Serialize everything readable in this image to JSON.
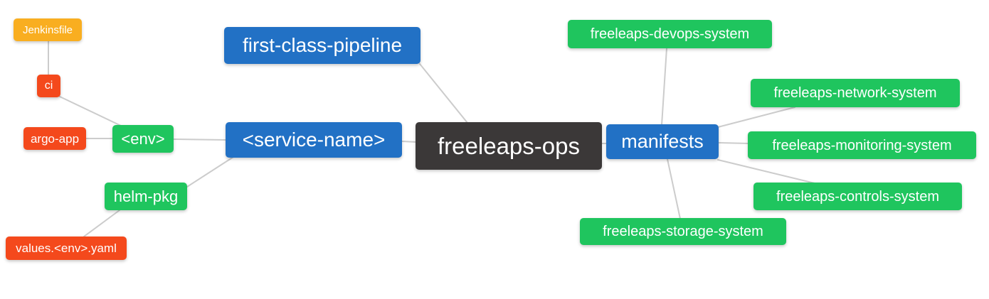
{
  "diagram": {
    "type": "mindmap",
    "root": "freeleaps-ops",
    "background": "#ffffff"
  },
  "colors": {
    "branch_blue": "#2271C5",
    "leaf_green": "#1FC55E",
    "leaf_red": "#F4491C",
    "leaf_orange": "#F9AE20",
    "root_dark": "#3B3838",
    "edge_gray": "#CCCCCC",
    "node_text": "#FFFFFF"
  },
  "nodes": {
    "jenkinsfile": {
      "label": "Jenkinsfile",
      "color": "orange"
    },
    "ci": {
      "label": "ci",
      "color": "red"
    },
    "argo_app": {
      "label": "argo-app",
      "color": "red"
    },
    "env": {
      "label": "<env>",
      "color": "green"
    },
    "helm_pkg": {
      "label": "helm-pkg",
      "color": "green"
    },
    "values_env_yaml": {
      "label": "values.<env>.yaml",
      "color": "red"
    },
    "first_class_pipeline": {
      "label": "first-class-pipeline",
      "color": "blue"
    },
    "service_name": {
      "label": "<service-name>",
      "color": "blue"
    },
    "freeleaps_ops": {
      "label": "freeleaps-ops",
      "color": "dark"
    },
    "manifests": {
      "label": "manifests",
      "color": "blue"
    },
    "devops_system": {
      "label": "freeleaps-devops-system",
      "color": "green"
    },
    "network_system": {
      "label": "freeleaps-network-system",
      "color": "green"
    },
    "monitoring_system": {
      "label": "freeleaps-monitoring-system",
      "color": "green"
    },
    "controls_system": {
      "label": "freeleaps-controls-system",
      "color": "green"
    },
    "storage_system": {
      "label": "freeleaps-storage-system",
      "color": "green"
    }
  },
  "edges": [
    {
      "from": "jenkinsfile",
      "to": "ci"
    },
    {
      "from": "ci",
      "to": "env"
    },
    {
      "from": "argo_app",
      "to": "env"
    },
    {
      "from": "env",
      "to": "service_name"
    },
    {
      "from": "helm_pkg",
      "to": "service_name"
    },
    {
      "from": "values_env_yaml",
      "to": "helm_pkg"
    },
    {
      "from": "first_class_pipeline",
      "to": "freeleaps_ops"
    },
    {
      "from": "service_name",
      "to": "freeleaps_ops"
    },
    {
      "from": "freeleaps_ops",
      "to": "manifests"
    },
    {
      "from": "manifests",
      "to": "devops_system"
    },
    {
      "from": "manifests",
      "to": "network_system"
    },
    {
      "from": "manifests",
      "to": "monitoring_system"
    },
    {
      "from": "manifests",
      "to": "controls_system"
    },
    {
      "from": "manifests",
      "to": "storage_system"
    }
  ]
}
